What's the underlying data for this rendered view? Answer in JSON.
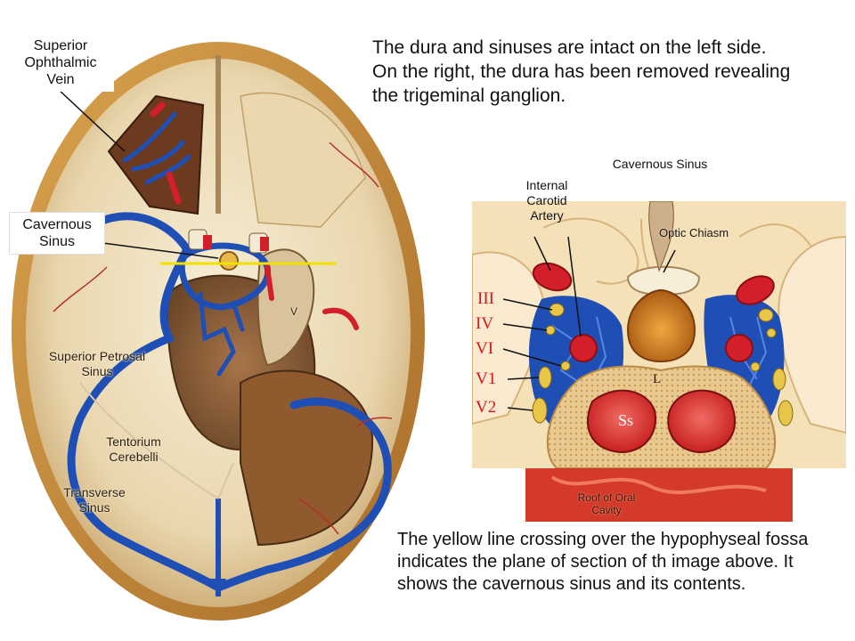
{
  "top_description": {
    "line1": "The dura and sinuses are intact on the left side.",
    "line2": "On the right, the dura has been removed revealing",
    "line3": "the trigeminal ganglion."
  },
  "bottom_description": {
    "line1": "The yellow line crossing over the hypophyseal fossa",
    "line2": "indicates the plane of section of th image above. It",
    "line3": "shows the cavernous sinus and its contents."
  },
  "skull_labels": {
    "superior_ophthalmic_vein": {
      "line1": "Superior",
      "line2": "Ophthalmic",
      "line3": "Vein"
    },
    "cavernous_sinus": {
      "line1": "Cavernous",
      "line2": "Sinus"
    },
    "superior_petrosal_sinus": {
      "line1": "Superior Petrosal",
      "line2": "Sinus"
    },
    "tentorium_cerebelli": {
      "line1": "Tentorium",
      "line2": "Cerebelli"
    },
    "transverse_sinus": {
      "line1": "Transverse",
      "line2": "Sinus"
    },
    "trigeminal_marker": "V"
  },
  "section_labels": {
    "title": "Cavernous Sinus",
    "internal_carotid_artery": {
      "line1": "Internal",
      "line2": "Carotid",
      "line3": "Artery"
    },
    "optic_chiasm": "Optic Chiasm",
    "nerves": [
      "III",
      "IV",
      "VI",
      "V1",
      "V2"
    ],
    "sphenoid_sinus": "Ss",
    "roof_of_oral_cavity": {
      "line1": "Roof of Oral",
      "line2": "Cavity"
    },
    "small_marker": "L"
  },
  "colors": {
    "dura_vein": "#1f4fb5",
    "artery": "#d21f2a",
    "nerve": "#e8c64a",
    "section_plane_line": "#f2e000",
    "bone": "#efe2c1",
    "brain_tissue": "#f4e1b8",
    "nerve_label": "#d11a1a"
  }
}
